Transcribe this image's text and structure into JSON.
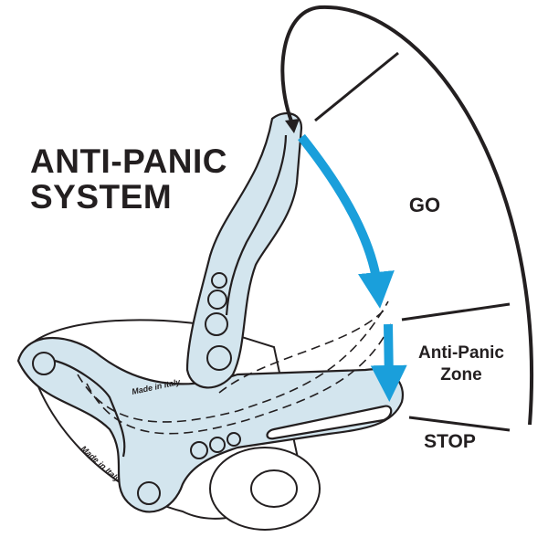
{
  "title": {
    "line1": "ANTI-PANIC",
    "line2": "SYSTEM"
  },
  "zones": {
    "go": "GO",
    "anti_panic_line1": "Anti-Panic",
    "anti_panic_line2": "Zone",
    "stop": "STOP"
  },
  "device": {
    "engraving": "Made in Italy"
  },
  "colors": {
    "arrow": "#1a9fdb",
    "device_fill": "#d3e5ee",
    "outline": "#231f20"
  }
}
